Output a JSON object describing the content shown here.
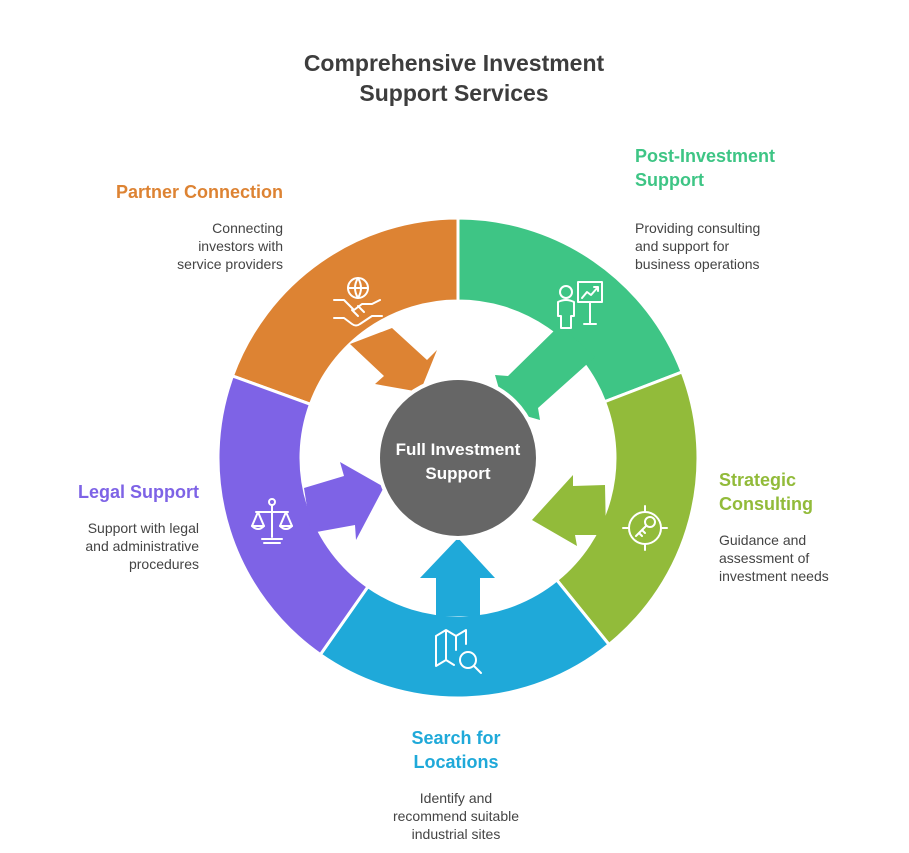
{
  "title": [
    "Comprehensive Investment",
    "Support Services"
  ],
  "center": {
    "label": [
      "Full Investment",
      "Support"
    ],
    "color": "#666666"
  },
  "segments": [
    {
      "id": "partner",
      "color": "#dd8333",
      "heading": [
        "Partner Connection"
      ],
      "description": [
        "Connecting",
        "investors with",
        "service providers"
      ],
      "icon": "handshake-globe-icon"
    },
    {
      "id": "post",
      "color": "#3ec585",
      "heading": [
        "Post-Investment",
        "Support"
      ],
      "description": [
        "Providing consulting",
        "and support for",
        "business operations"
      ],
      "icon": "presenter-chart-icon"
    },
    {
      "id": "strategic",
      "color": "#92bb3a",
      "heading": [
        "Strategic",
        "Consulting"
      ],
      "description": [
        "Guidance and",
        "assessment of",
        "investment needs"
      ],
      "icon": "target-key-icon"
    },
    {
      "id": "search",
      "color": "#1fa9d9",
      "heading": [
        "Search for",
        "Locations"
      ],
      "description": [
        "Identify and",
        "recommend suitable",
        "industrial sites"
      ],
      "icon": "map-search-icon"
    },
    {
      "id": "legal",
      "color": "#7e63e6",
      "heading": [
        "Legal Support"
      ],
      "description": [
        "Support with legal",
        "and administrative",
        "procedures"
      ],
      "icon": "scales-icon"
    }
  ]
}
